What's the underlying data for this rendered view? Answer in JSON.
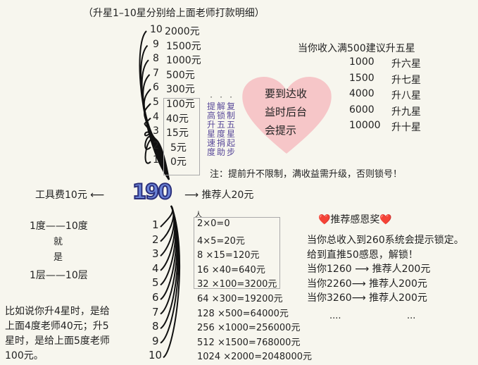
{
  "title": "（升星1–10星分别给上面老师打款明细）",
  "star_payments": [
    {
      "level": "10",
      "amount": "2000元"
    },
    {
      "level": "9",
      "amount": "1500元"
    },
    {
      "level": "8",
      "amount": "1000元"
    },
    {
      "level": "7",
      "amount": "500元"
    },
    {
      "level": "6",
      "amount": "300元"
    },
    {
      "level": "5",
      "amount": "100元"
    },
    {
      "level": "4",
      "amount": "40元"
    },
    {
      "level": "3",
      "amount": "15元"
    },
    {
      "level": "2",
      "amount": "5元"
    },
    {
      "level": "1",
      "amount": "0元"
    }
  ],
  "vertical_notes": [
    {
      "dots": "·",
      "text": "提高升星速度"
    },
    {
      "dots": "·",
      "text": "解锁五度捐助"
    },
    {
      "dots": "·",
      "text": "复制五星起步"
    }
  ],
  "heart_text": [
    "要到达收",
    "益时后台",
    "会提示"
  ],
  "heart_color": "#f6c6c8",
  "upgrade_advice": {
    "title": "当你收入满500建议升五星",
    "rows": [
      {
        "income": "1000",
        "action": "升六星"
      },
      {
        "income": "1500",
        "action": "升七星"
      },
      {
        "income": "4000",
        "action": "升八星"
      },
      {
        "income": "6000",
        "action": "升九星"
      },
      {
        "income": "10000",
        "action": "升十星"
      }
    ]
  },
  "note": "注：提前升不限制，满收益需升级，否则锁号！",
  "center_value": "190",
  "tool_fee": "工具费10元 ⟵",
  "referrer": "⟶ 推荐人20元",
  "degree_explain": [
    "1度——10度",
    "就",
    "是",
    "1层——10层"
  ],
  "example": [
    "比如说你升4星时，是给",
    "上面4度老师40元；升5",
    "星时，是给上面5度老师",
    "100元。"
  ],
  "people_label": "人",
  "levels": [
    "1",
    "2",
    "3",
    "4",
    "5",
    "6",
    "7",
    "8",
    "9",
    "10"
  ],
  "formulas": [
    "2×0=0",
    "4×5=20元",
    "8 ×15=120元",
    "16 ×40=640元",
    "32 ×100=3200元",
    "64 ×300=19200元",
    "128 ×500=64000元",
    "256 ×1000=256000元",
    "512 ×1500=768000元",
    "1024 ×2000=2048000元"
  ],
  "reward": {
    "title": "❤️推荐感恩奖❤️",
    "lines": [
      "当你总收入到260系统会提示锁定。",
      "给到直推50感恩，解锁！",
      "当你1260 ⟶ 推荐人200元",
      "当你2260⟶ 推荐人200元",
      "当你3260⟶ 推荐人200元"
    ],
    "ellipsis_left": "····",
    "ellipsis_right": "···"
  }
}
